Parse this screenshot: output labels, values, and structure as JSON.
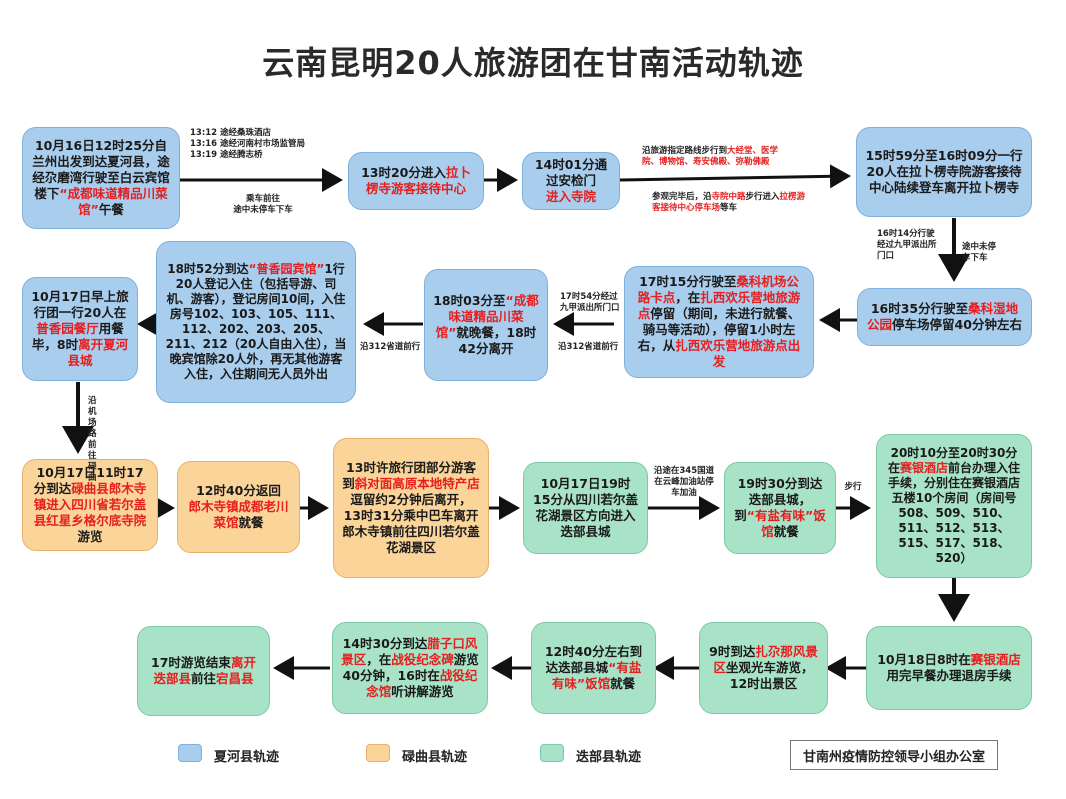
{
  "title": "云南昆明20人旅游团在甘南活动轨迹",
  "boxes": {
    "b1": {
      "p1": "10月16日12时25分自兰州出发到达夏河县，途经尕磨湾行驶至白云宾馆楼下",
      "p2": "“成都味道精品川菜馆”",
      "p3": "午餐"
    },
    "b2": {
      "p1": "13时20分进入",
      "p2": "拉卜楞寺游客接待中心"
    },
    "b3": {
      "p1": "14时01分通过安检门",
      "p2": "进入寺院"
    },
    "b4": {
      "p1": "15时59分至16时09分一行20人在拉卜楞寺院游客接待中心陆续登车离开拉卜楞寺"
    },
    "b5": {
      "p1": "16时35分行驶至",
      "p2": "桑科湿地公园",
      "p3": "停车场停留40分钟左右"
    },
    "b6": {
      "p1": "17时15分行驶至",
      "p2": "桑科机场公路卡点",
      "p3": "，在",
      "p4": "扎西欢乐营地旅游点",
      "p5": "停留（期间，未进行就餐、骑马等活动），停留1小时左右，从",
      "p6": "扎西欢乐营地旅游点出发"
    },
    "b7": {
      "p1": "18时03分至",
      "p2": "“成都味道精品川菜馆”",
      "p3": "就晚餐，18时42分离开"
    },
    "b8": {
      "p1": "18时52分到达",
      "p2": "“普香园宾馆”",
      "p3": "1行20人登记入住（包括导游、司机、游客），登记房间10间，入住房号102、103、105、111、112、202、203、205、211、212（20人自由入住），当晚宾馆除20人外，再无其他游客入住，入住期间无人员外出"
    },
    "b9": {
      "p1": "10月17日早上旅行团一行20人在",
      "p2": "普香园餐厅",
      "p3": "用餐毕，8时",
      "p4": "离开夏河县城"
    },
    "b10": {
      "p1": "10月17日11时17分到达",
      "p2": "碌曲县郎木寺镇进入四川省若尔盖县红星乡格尔底寺院",
      "p3": "游览"
    },
    "b11": {
      "p1": "12时40分返回",
      "p2": "郎木寺镇成都老川菜馆",
      "p3": "就餐"
    },
    "b12": {
      "p1": "13时许旅行团部分游客到",
      "p2": "斜对面高原本地特产店",
      "p3": "逗留约2分钟后离开，13时31分乘中巴车离开郎木寺镇前往四川若尔盖花湖景区"
    },
    "b13": {
      "p1": "10月17日19时15分从四川若尔盖花湖景区方向进入迭部县城"
    },
    "b14": {
      "p1": "19时30分到达迭部县城，到",
      "p2": "“有盐有味”饭馆",
      "p3": "就餐"
    },
    "b15": {
      "p1": "20时10分至20时30分在",
      "p2": "赛银酒店",
      "p3": "前台办理入住手续，分别住在赛银酒店五楼10个房间（房间号508、509、510、511、512、513、515、517、518、520）"
    },
    "b16": {
      "p1": "10月18日8时在",
      "p2": "赛银酒店",
      "p3": "用完早餐办理退房手续"
    },
    "b17": {
      "p1": "9时到达",
      "p2": "扎尕那风景区",
      "p3": "坐观光车游览，12时出景区"
    },
    "b18": {
      "p1": "12时40分左右到达迭部县城",
      "p2": "“有盐有味”饭馆",
      "p3": "就餐"
    },
    "b19": {
      "p1": "14时30分到达",
      "p2": "腊子口风景区",
      "p3": "，在",
      "p4": "战役纪念碑",
      "p5": "游览40分钟，16时在",
      "p6": "战役纪念馆",
      "p7": "听讲解游览"
    },
    "b20": {
      "p1": "17时游览结束",
      "p2": "离开迭部县",
      "p3": "前往",
      "p4": "宕昌县"
    }
  },
  "notes": {
    "n1a": "13:12  途经桑珠酒店",
    "n1b": "13:16  途经河南村市场监管局",
    "n1c": "13:19  途经腾志桥",
    "n1d": "乘车前往",
    "n1e": "途中未停车下车",
    "n3a": "沿旅游指定路线步行到",
    "n3b": "大经堂、医学院、博物馆、寿安佛殿、弥勒佛殿",
    "n3c": "参观完毕后，沿",
    "n3d": "寺院中路",
    "n3e": "步行进入",
    "n3f": "拉楞游客接待中心停车场",
    "n3g": "等车",
    "n4a": "16时14分行驶经过九甲派出所门口",
    "n4b": "途中未停车下车",
    "n6a": "17时54分经过九甲派出所门口",
    "n6b": "沿312省道前行",
    "n7a": "沿312省道前行",
    "n9a": "沿机场路前往碌曲",
    "n13a": "沿途在345国道在云峰加油站停车加油",
    "n14a": "步行"
  },
  "legend": [
    {
      "label": "夏河县轨迹",
      "color": "#a9cdec"
    },
    {
      "label": "碌曲县轨迹",
      "color": "#fbd49a"
    },
    {
      "label": "迭部县轨迹",
      "color": "#a8e3c7"
    }
  ],
  "office": "甘南州疫情防控领导小组办公室",
  "colors": {
    "highlight": "#e61e1e",
    "arrow": "#111111"
  }
}
